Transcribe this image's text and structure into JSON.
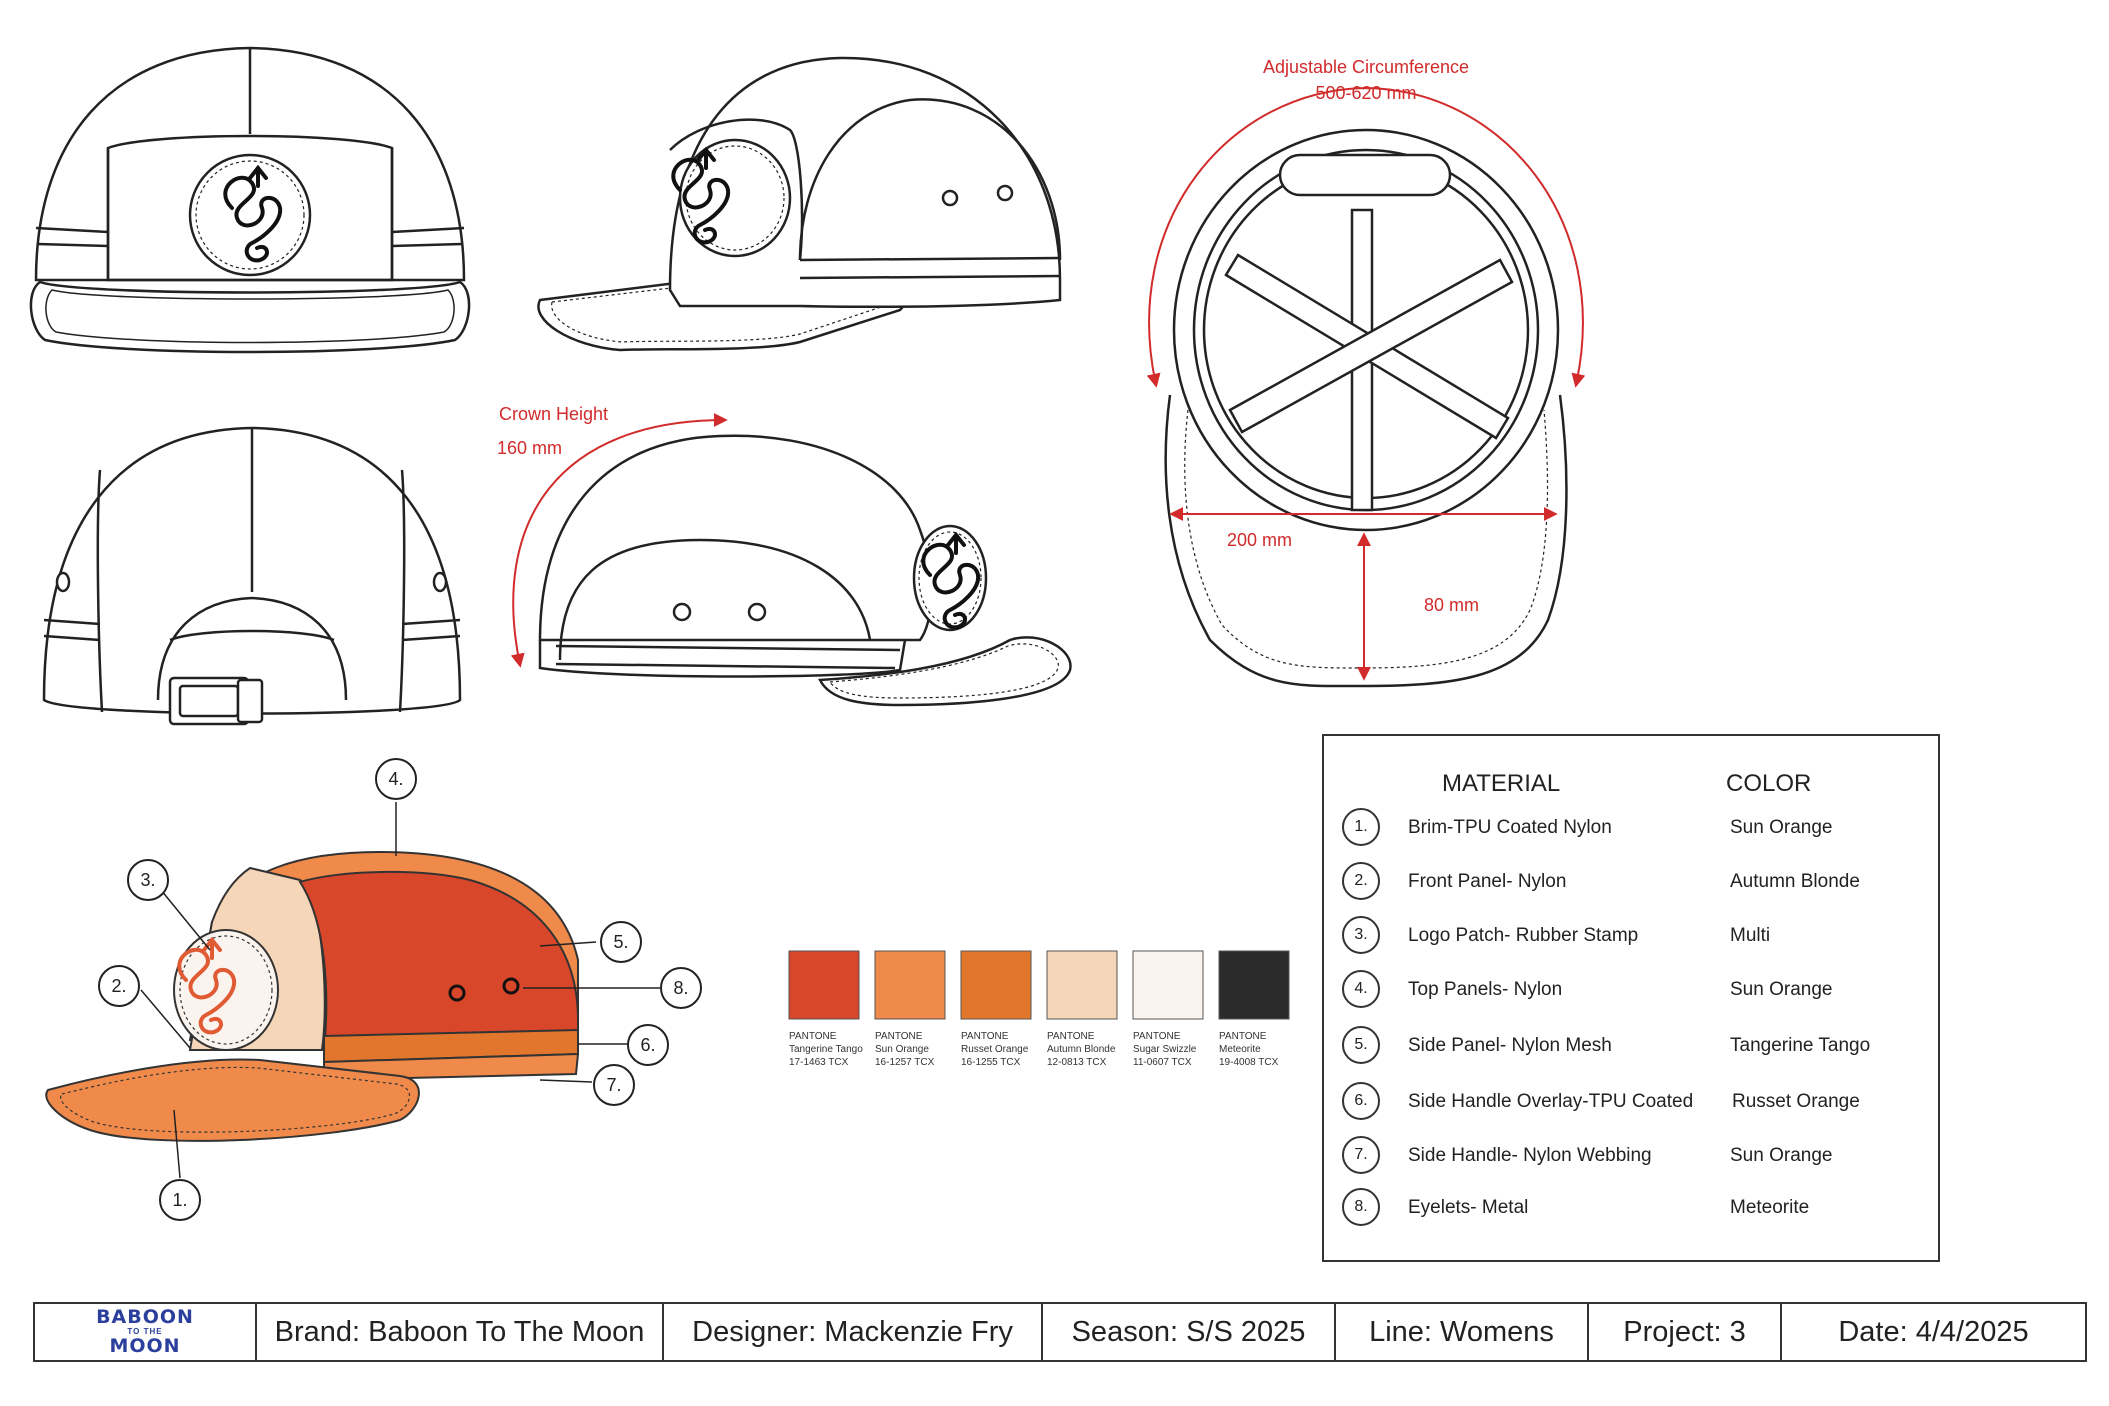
{
  "annotations": {
    "circumference_title": "Adjustable Circumference",
    "circumference_value": "500-620 mm",
    "crown_title": "Crown Height",
    "crown_value": "160 mm",
    "width_value": "200 mm",
    "depth_value": "80 mm"
  },
  "callouts": [
    "1.",
    "2.",
    "3.",
    "4.",
    "5.",
    "6.",
    "7.",
    "8."
  ],
  "swatches": [
    {
      "brand": "PANTONE",
      "name": "Tangerine Tango",
      "code": "17-1463 TCX",
      "color": "#d9472b"
    },
    {
      "brand": "PANTONE",
      "name": "Sun Orange",
      "code": "16-1257 TCX",
      "color": "#f08a4b"
    },
    {
      "brand": "PANTONE",
      "name": "Russet Orange",
      "code": "16-1255 TCX",
      "color": "#e2762c"
    },
    {
      "brand": "PANTONE",
      "name": "Autumn Blonde",
      "code": "12-0813 TCX",
      "color": "#f5d6b8"
    },
    {
      "brand": "PANTONE",
      "name": "Sugar Swizzle",
      "code": "11-0607 TCX",
      "color": "#fbf4ee"
    },
    {
      "brand": "PANTONE",
      "name": "Meteorite",
      "code": "19-4008 TCX",
      "color": "#2b2b2b"
    }
  ],
  "spec_table": {
    "material_header": "MATERIAL",
    "color_header": "COLOR",
    "rows": [
      {
        "num": "1.",
        "material": "Brim-TPU Coated Nylon",
        "color": "Sun Orange"
      },
      {
        "num": "2.",
        "material": "Front Panel- Nylon",
        "color": "Autumn Blonde"
      },
      {
        "num": "3.",
        "material": "Logo Patch- Rubber Stamp",
        "color": "Multi"
      },
      {
        "num": "4.",
        "material": "Top Panels- Nylon",
        "color": "Sun Orange"
      },
      {
        "num": "5.",
        "material": "Side Panel- Nylon Mesh",
        "color": "Tangerine Tango"
      },
      {
        "num": "6.",
        "material": "Side Handle Overlay-TPU Coated",
        "color": "Russet Orange"
      },
      {
        "num": "7.",
        "material": "Side Handle- Nylon Webbing",
        "color": "Sun Orange"
      },
      {
        "num": "8.",
        "material": "Eyelets- Metal",
        "color": "Meteorite"
      }
    ]
  },
  "title_block": {
    "logo_top": "BABOON",
    "logo_mid": "TO THE",
    "logo_bottom": "MOON",
    "brand": "Brand: Baboon To The Moon",
    "designer": "Designer: Mackenzie Fry",
    "season": "Season: S/S 2025",
    "line": "Line: Womens",
    "project": "Project: 3",
    "date": "Date: 4/4/2025"
  },
  "colors": {
    "annotation": "#d12b2b",
    "line": "#222222",
    "logo_blue": "#2b3f9c"
  }
}
